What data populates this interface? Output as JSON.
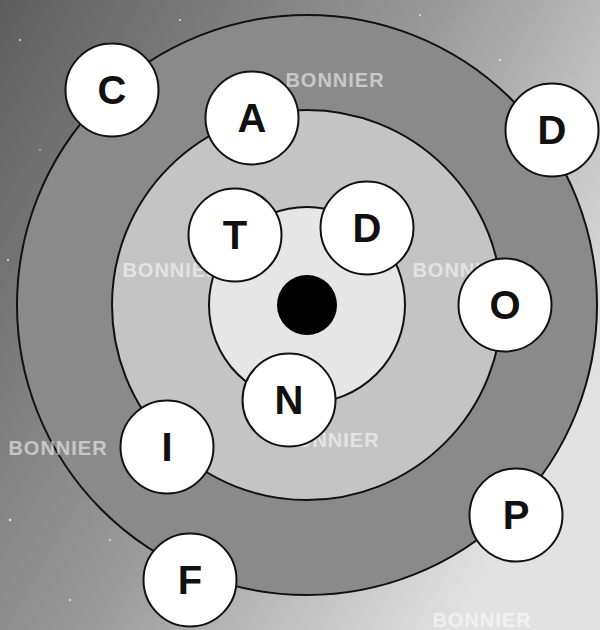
{
  "diagram": {
    "nodes": [
      {
        "text": [
          "C"
        ]
      },
      {
        "text": [
          "A"
        ]
      },
      {
        "text": [
          "D"
        ]
      },
      {
        "text": [
          "T"
        ]
      },
      {
        "text": [
          "D"
        ]
      },
      {
        "text": [
          "O"
        ]
      },
      {
        "text": [
          "N"
        ]
      },
      {
        "text": [
          "I"
        ]
      },
      {
        "text": [
          "P"
        ]
      },
      {
        "text": [
          "F"
        ]
      }
    ],
    "labels": [
      "BONNIER",
      "BONNIER",
      "BONNIER",
      "BONNIER",
      "BONNIER",
      "BONNIER"
    ]
  }
}
